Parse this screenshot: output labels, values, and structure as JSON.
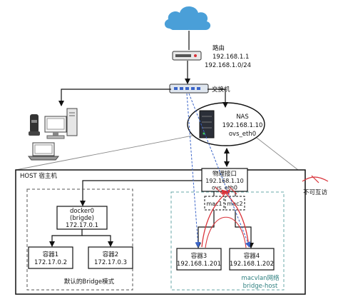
{
  "router": {
    "title": "路由",
    "ip": "192.168.1.1",
    "subnet": "192.168.1.0/24"
  },
  "switch": {
    "label": "交换机"
  },
  "nas": {
    "name": "NAS",
    "ip": "192.168.1.10",
    "iface": "ovs_eth0"
  },
  "host": {
    "label": "HOST 宿主机"
  },
  "physical_if": {
    "label": "物理接口",
    "ip": "192.168.1.10",
    "iface": "ovs_eth0"
  },
  "bridge": {
    "docker0": {
      "name": "docker0",
      "sub": "(brigde)",
      "ip": "172.17.0.1"
    },
    "c1": {
      "name": "容器1",
      "ip": "172.17.0.2"
    },
    "c2": {
      "name": "容器2",
      "ip": "172.17.0.3"
    },
    "label": "默认的Bridge模式"
  },
  "macvlan": {
    "mac1": "mac1",
    "mac2": "mac2",
    "c3": {
      "name": "容器3",
      "ip": "192.168.1.201"
    },
    "c4": {
      "name": "容器4",
      "ip": "192.168.1.202"
    },
    "label1": "macvlan网络",
    "label2": "bridge-host"
  },
  "legend": {
    "label": "不可互访"
  },
  "colors": {
    "cloud": "#4a9fd8",
    "macvlan_border": "#6aa8a8",
    "red": "#d9333a",
    "blue": "#3a64c8"
  }
}
